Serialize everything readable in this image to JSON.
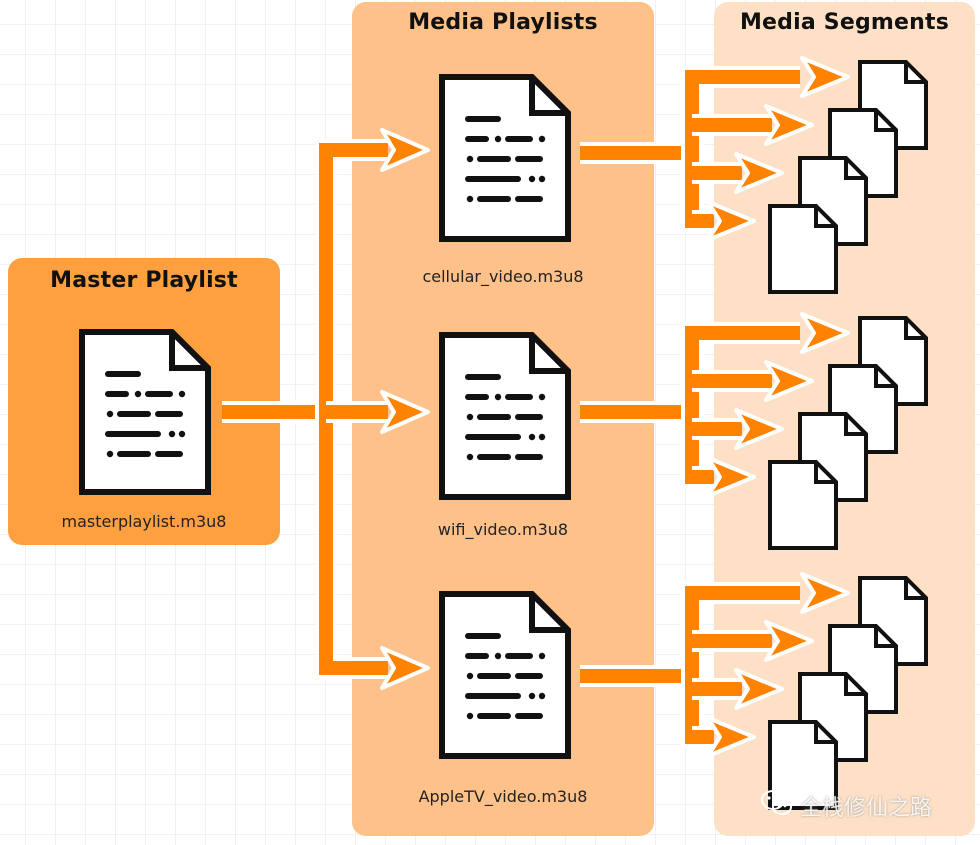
{
  "diagram": {
    "colors": {
      "master_panel": "#ffa040",
      "media_panel": "#fdc189",
      "segments_panel": "#fde0c6",
      "arrow": "#ff8200",
      "arrow_outline": "#ffffff",
      "document_fill": "#ffffff",
      "document_stroke": "#111111"
    },
    "master": {
      "title": "Master Playlist",
      "file": "masterplaylist.m3u8"
    },
    "media_playlists": {
      "title": "Media Playlists",
      "files": [
        {
          "name": "cellular_video.m3u8"
        },
        {
          "name": "wifi_video.m3u8"
        },
        {
          "name": "AppleTV_video.m3u8"
        }
      ]
    },
    "media_segments": {
      "title": "Media Segments",
      "groups": [
        {
          "playlist": "cellular_video.m3u8",
          "segment_count": 4
        },
        {
          "playlist": "wifi_video.m3u8",
          "segment_count": 4
        },
        {
          "playlist": "AppleTV_video.m3u8",
          "segment_count": 4
        }
      ]
    },
    "watermark": {
      "icon": "wechat-icon",
      "text": "全栈修仙之路"
    }
  }
}
